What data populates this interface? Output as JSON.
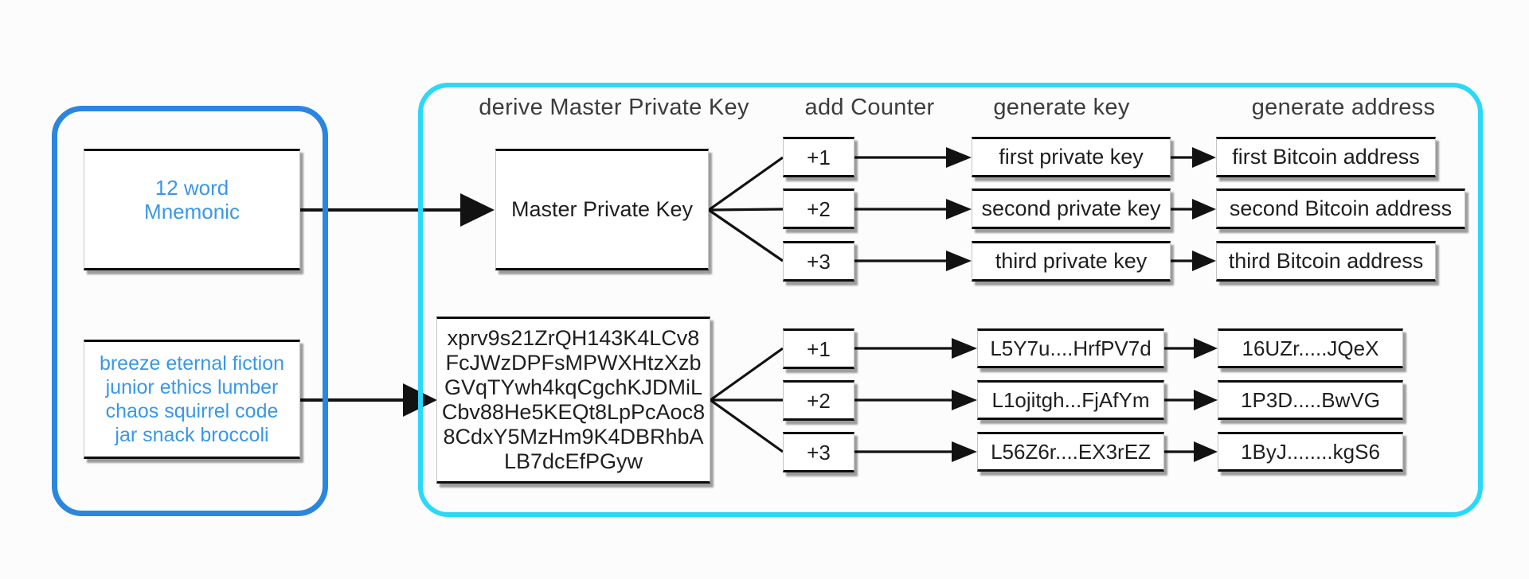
{
  "colors": {
    "left_panel_border": "#2b87dd",
    "right_panel_border": "#2bd8f8",
    "seed_text_blue": "#3a97e6",
    "line_black": "#121212",
    "header_gray": "#3c3c3c"
  },
  "left_panel": {
    "mnemonic_lines": [
      "12 word",
      "Mnemonic"
    ],
    "seed_words_lines": [
      "breeze eternal fiction",
      "junior ethics lumber",
      "chaos squirrel code",
      "jar snack broccoli"
    ]
  },
  "process_panel": {
    "headers": [
      "derive Master Private Key",
      "add Counter",
      "generate key",
      "generate address"
    ],
    "top_flow": {
      "master_key_label": "Master Private Key",
      "counters": [
        "+1",
        "+2",
        "+3"
      ],
      "keys": [
        "first private key",
        "second private key",
        "third private key"
      ],
      "addresses": [
        "first Bitcoin address",
        "second Bitcoin address",
        "third Bitcoin address"
      ]
    },
    "bottom_flow": {
      "master_key_lines": [
        "xprv9s21ZrQH143K4LCv8",
        "FcJWzDPFsMPWXHtzXzb",
        "GVqTYwh4kqCgchKJDMiL",
        "Cbv88He5KEQt8LpPcAoc8",
        "8CdxY5MzHm9K4DBRhbA",
        "LB7dcEfPGyw"
      ],
      "counters": [
        "+1",
        "+2",
        "+3"
      ],
      "keys": [
        "L5Y7u....HrfPV7d",
        "L1ojitgh...FjAfYm",
        "L56Z6r....EX3rEZ"
      ],
      "addresses": [
        "16UZr.....JQeX",
        "1P3D.....BwVG",
        "1ByJ........kgS6"
      ]
    }
  }
}
